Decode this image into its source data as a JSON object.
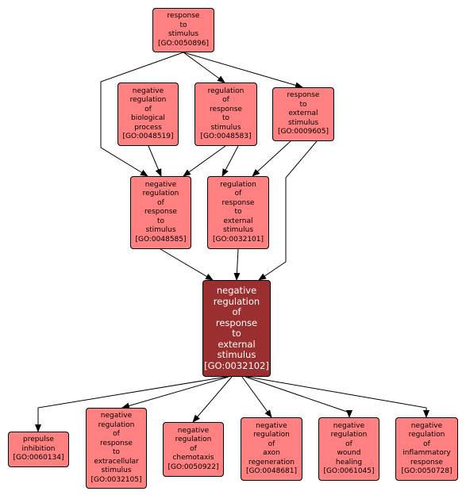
{
  "colors": {
    "node_fill": "#ff8080",
    "focus_fill": "#9b2f2f",
    "focus_text": "#ffffff",
    "edge": "#000000"
  },
  "nodes": {
    "go0050896": {
      "lines": [
        "response",
        "to",
        "stimulus",
        "[GO:0050896]"
      ]
    },
    "go0048519": {
      "lines": [
        "negative",
        "regulation",
        "of",
        "biological",
        "process",
        "[GO:0048519]"
      ]
    },
    "go0048583": {
      "lines": [
        "regulation",
        "of",
        "response",
        "to",
        "stimulus",
        "[GO:0048583]"
      ]
    },
    "go0009605": {
      "lines": [
        "response",
        "to",
        "external",
        "stimulus",
        "[GO:0009605]"
      ]
    },
    "go0048585": {
      "lines": [
        "negative",
        "regulation",
        "of",
        "response",
        "to",
        "stimulus",
        "[GO:0048585]"
      ]
    },
    "go0032101": {
      "lines": [
        "regulation",
        "of",
        "response",
        "to",
        "external",
        "stimulus",
        "[GO:0032101]"
      ]
    },
    "go0032102": {
      "lines": [
        "negative",
        "regulation",
        "of",
        "response",
        "to",
        "external",
        "stimulus",
        "[GO:0032102]"
      ]
    },
    "go0060134": {
      "lines": [
        "prepulse",
        "inhibition",
        "[GO:0060134]"
      ]
    },
    "go0032105": {
      "lines": [
        "negative",
        "regulation",
        "of",
        "response",
        "to",
        "extracellular",
        "stimulus",
        "[GO:0032105]"
      ]
    },
    "go0050922": {
      "lines": [
        "negative",
        "regulation",
        "of",
        "chemotaxis",
        "[GO:0050922]"
      ]
    },
    "go0048681": {
      "lines": [
        "negative",
        "regulation",
        "of",
        "axon",
        "regeneration",
        "[GO:0048681]"
      ]
    },
    "go0061045": {
      "lines": [
        "negative",
        "regulation",
        "of",
        "wound",
        "healing",
        "[GO:0061045]"
      ]
    },
    "go0050728": {
      "lines": [
        "negative",
        "regulation",
        "of",
        "inflammatory",
        "response",
        "[GO:0050728]"
      ]
    }
  },
  "edges": [
    {
      "from": "go0050896",
      "to": "go0048583"
    },
    {
      "from": "go0050896",
      "to": "go0009605"
    },
    {
      "from": "go0050896",
      "to": "go0048585"
    },
    {
      "from": "go0048519",
      "to": "go0048585"
    },
    {
      "from": "go0048583",
      "to": "go0048585"
    },
    {
      "from": "go0048583",
      "to": "go0032101"
    },
    {
      "from": "go0009605",
      "to": "go0032101"
    },
    {
      "from": "go0009605",
      "to": "go0032102"
    },
    {
      "from": "go0048585",
      "to": "go0032102"
    },
    {
      "from": "go0032101",
      "to": "go0032102"
    },
    {
      "from": "go0032102",
      "to": "go0060134"
    },
    {
      "from": "go0032102",
      "to": "go0032105"
    },
    {
      "from": "go0032102",
      "to": "go0050922"
    },
    {
      "from": "go0032102",
      "to": "go0048681"
    },
    {
      "from": "go0032102",
      "to": "go0061045"
    },
    {
      "from": "go0032102",
      "to": "go0050728"
    }
  ]
}
